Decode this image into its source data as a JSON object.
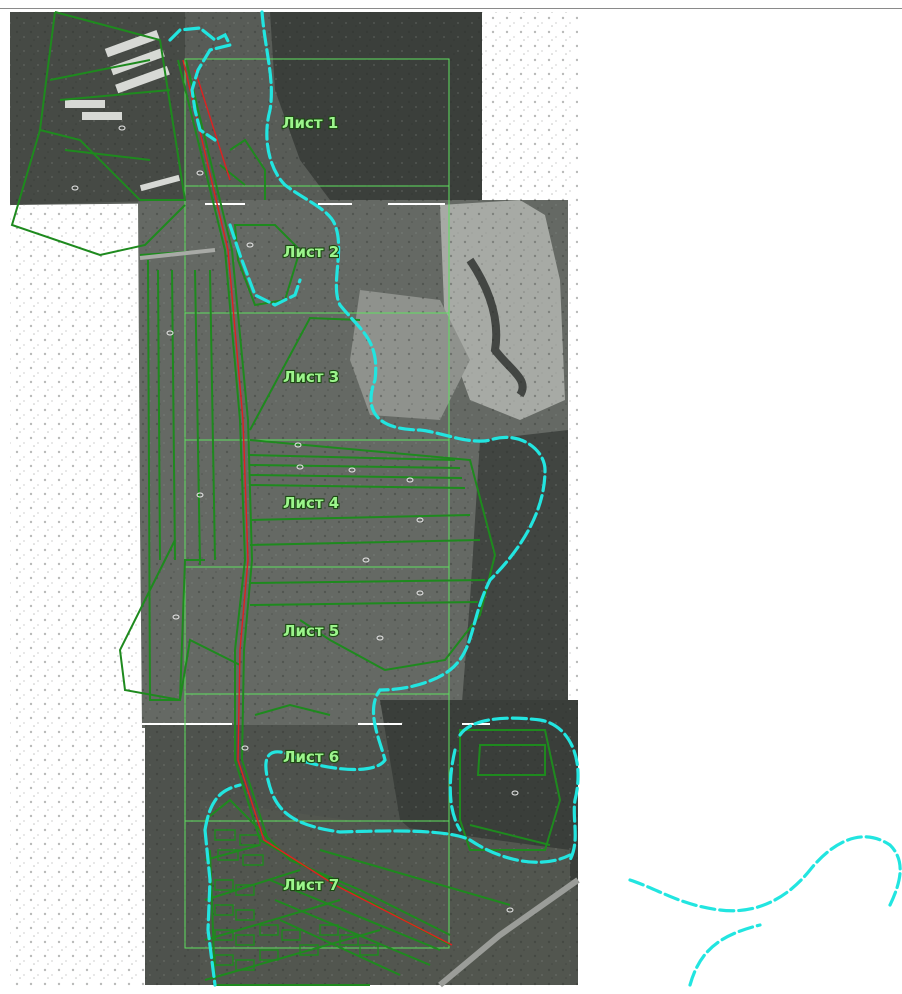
{
  "map": {
    "colors": {
      "background": "#ffffff",
      "imagery_dark": "#3a3d3a",
      "imagery_mid": "#5d615c",
      "imagery_light": "#9a9c98",
      "field_pale": "#b8bab6",
      "river_boundary": "#22e5e0",
      "parcel_lines": "#1e8a1e",
      "sheet_grid": "#5fe05f",
      "road_red": "#e02020",
      "label_fill": "#9cf58c"
    },
    "sheets": [
      {
        "label": "Лист 1"
      },
      {
        "label": "Лист 2"
      },
      {
        "label": "Лист 3"
      },
      {
        "label": "Лист 4"
      },
      {
        "label": "Лист 5"
      },
      {
        "label": "Лист 6"
      },
      {
        "label": "Лист 7"
      }
    ]
  }
}
